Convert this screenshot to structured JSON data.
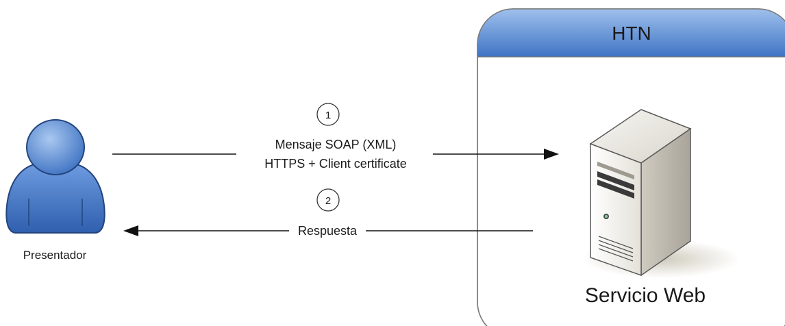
{
  "actor": {
    "label": "Presentador",
    "icon": "person-icon"
  },
  "system": {
    "title": "HTN",
    "service_label": "Servicio Web",
    "service_icon": "server-icon",
    "header_color": "#5b8fd3"
  },
  "messages": [
    {
      "step": "1",
      "line1": "Mensaje SOAP (XML)",
      "line2": "HTTPS + Client certificate",
      "direction": "actor-to-service"
    },
    {
      "step": "2",
      "line1": "Respuesta",
      "direction": "service-to-actor"
    }
  ]
}
